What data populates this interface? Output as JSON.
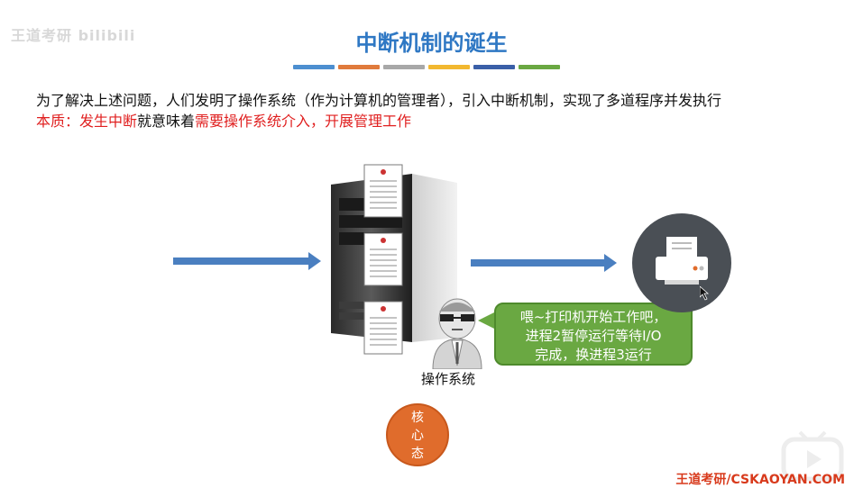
{
  "watermark": "王道考研 bilibili",
  "slide": {
    "title": "中断机制的诞生",
    "line1": "为了解决上述问题，人们发明了操作系统（作为计算机的管理者），引入中断机制，实现了多道程序并发执行",
    "line2_a": "本质：发生中断",
    "line2_b": "就意味着",
    "line2_c": "需要操作系统介入，开展管理工作",
    "bubble": [
      "喂~打印机开始工作吧，",
      "进程2暂停运行等待I/O",
      "完成，换进程3运行"
    ],
    "os_label": "操作系统",
    "kernel": [
      "核",
      "心",
      "态"
    ],
    "brand": "王道考研/CSKAOYAN.COM"
  },
  "colors": {
    "title": "#2f78c4",
    "red": "#e02020",
    "arrow": "#4a7fc0",
    "bubble": "#6aa842",
    "kernel": "#e06c2c",
    "bars": [
      "#4d8fd0",
      "#e07b3c",
      "#a8a8a8",
      "#f2b830",
      "#3a5fa8",
      "#6aa842"
    ]
  },
  "icons": [
    "server-icon",
    "document-icon",
    "printer-icon",
    "operator-person-icon",
    "cursor-icon",
    "tv-play-icon"
  ]
}
